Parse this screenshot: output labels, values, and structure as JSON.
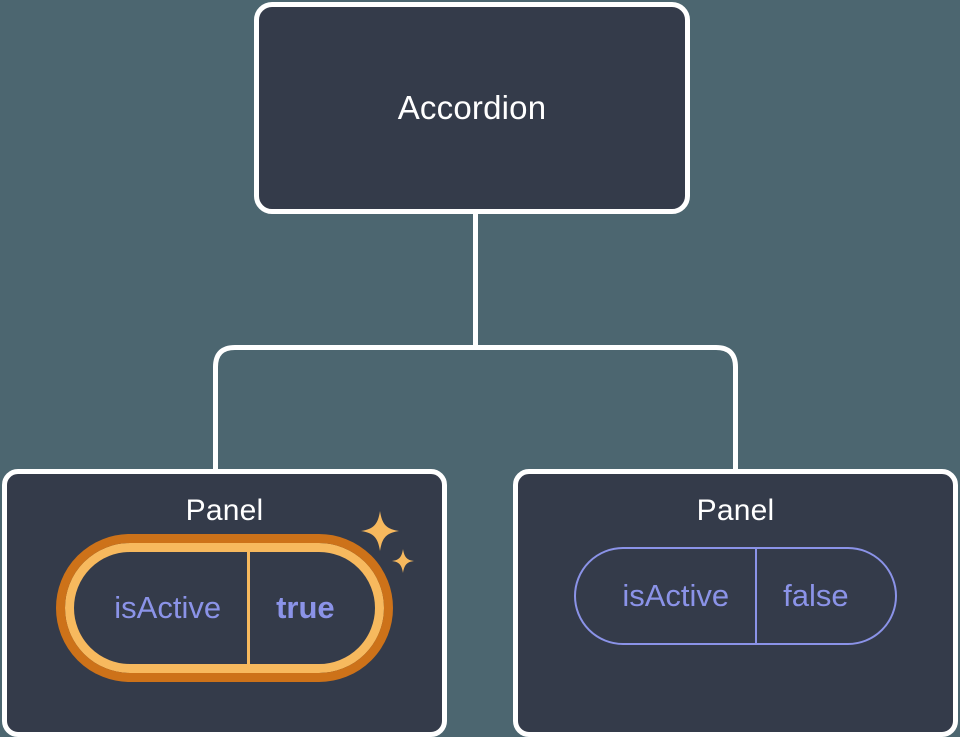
{
  "diagram": {
    "type": "component-tree",
    "background_color": "#4c6670",
    "node_fill_color": "#343b4a",
    "node_border_color": "#ffffff",
    "connector_color": "#ffffff",
    "accent_prop_color": "#8b93e8",
    "highlight_inner_color": "#f7b95e",
    "highlight_outer_color": "#cd7219",
    "root": {
      "title": "Accordion"
    },
    "children": [
      {
        "title": "Panel",
        "highlighted": true,
        "prop": {
          "key": "isActive",
          "value": "true"
        },
        "sparkle_icon": "sparkles-icon"
      },
      {
        "title": "Panel",
        "highlighted": false,
        "prop": {
          "key": "isActive",
          "value": "false"
        }
      }
    ]
  }
}
